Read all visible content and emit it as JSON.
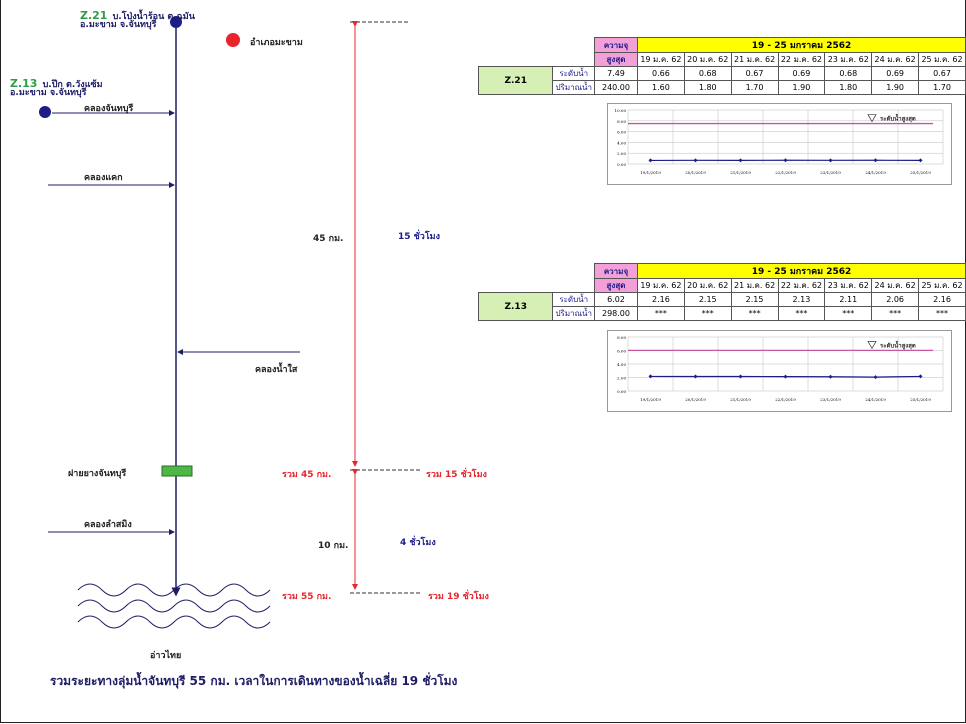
{
  "stations": {
    "z21": {
      "id": "Z.21",
      "line1": "บ.โป่งน้ำร้อน ต.ฉมัน",
      "line2": "อ.มะขาม จ.จันทบุรี"
    },
    "z13": {
      "id": "Z.13",
      "line1": "บ.ปึก ต.วังแซ้ม",
      "line2": "อ.มะขาม จ.จันทบุรี"
    }
  },
  "district": "อำเภอมะขาม",
  "tributaries": {
    "chanthaburi": "คลองจันทบุรี",
    "khaek": "คลองแคก",
    "namsai": "คลองน้ำใส",
    "lamsamit": "คลองลำสมิง"
  },
  "weir": "ฝายยางจันทบุรี",
  "sea": "อ่าวไทย",
  "segment1": {
    "distance": "45 กม.",
    "time": "15 ชั่วโมง",
    "total_distance": "รวม 45 กม.",
    "total_time": "รวม 15 ชั่วโมง"
  },
  "segment2": {
    "distance": "10 กม.",
    "time": "4 ชั่วโมง",
    "total_distance": "รวม 55 กม.",
    "total_time": "รวม 19 ชั่วโมง"
  },
  "summary": "รวมระยะทางลุ่มน้ำจันทบุรี 55 กม. เวลาในการเดินทางของน้ำเฉลี่ย 19 ชั่วโมง",
  "table": {
    "cap_top": "ความจุ",
    "cap_bottom": "สูงสุด",
    "period": "19 - 25 มกราคม 2562",
    "dates": [
      "19 ม.ค. 62",
      "20 ม.ค. 62",
      "21 ม.ค. 62",
      "22 ม.ค. 62",
      "23 ม.ค. 62",
      "24 ม.ค. 62",
      "25 ม.ค. 62"
    ],
    "row_level": "ระดับน้ำ",
    "row_flow": "ปริมาณน้ำ"
  },
  "z21_table": {
    "station": "Z.21",
    "level_max": "7.49",
    "flow_max": "240.00",
    "level": [
      "0.66",
      "0.68",
      "0.67",
      "0.69",
      "0.68",
      "0.69",
      "0.67"
    ],
    "flow": [
      "1.60",
      "1.80",
      "1.70",
      "1.90",
      "1.80",
      "1.90",
      "1.70"
    ]
  },
  "z13_table": {
    "station": "Z.13",
    "level_max": "6.02",
    "flow_max": "298.00",
    "level": [
      "2.16",
      "2.15",
      "2.15",
      "2.13",
      "2.11",
      "2.06",
      "2.16"
    ],
    "flow": [
      "***",
      "***",
      "***",
      "***",
      "***",
      "***",
      "***"
    ]
  },
  "chart_data": [
    {
      "type": "line",
      "x": [
        "19/1/2019",
        "20/1/2019",
        "21/1/2019",
        "22/1/2019",
        "23/1/2019",
        "24/1/2019",
        "25/1/2019"
      ],
      "series": [
        {
          "values": [
            0.66,
            0.68,
            0.67,
            0.69,
            0.68,
            0.69,
            0.67
          ],
          "color": "#1d1d88"
        }
      ],
      "max_level": 7.49,
      "max_label": "ระดับน้ำสูงสุด",
      "ylim": [
        0,
        10
      ],
      "yticks": [
        "0.00",
        "2.00",
        "4.00",
        "6.00",
        "8.00",
        "10.00"
      ],
      "grid": true
    },
    {
      "type": "line",
      "x": [
        "19/1/2019",
        "20/1/2019",
        "21/1/2019",
        "22/1/2019",
        "23/1/2019",
        "24/1/2019",
        "25/1/2019"
      ],
      "series": [
        {
          "values": [
            2.16,
            2.15,
            2.15,
            2.13,
            2.11,
            2.06,
            2.16
          ],
          "color": "#1d1d88"
        }
      ],
      "max_level": 6.02,
      "max_label": "ระดับน้ำสูงสุด",
      "ylim": [
        0,
        8
      ],
      "yticks": [
        "0.00",
        "2.00",
        "4.00",
        "6.00",
        "8.00"
      ],
      "grid": true
    }
  ],
  "colors": {
    "river": "#1d1d66",
    "accent": "#e8242c",
    "station_id": "#2e9e42",
    "weir": "#4db848",
    "max_line": "#c8559e"
  }
}
